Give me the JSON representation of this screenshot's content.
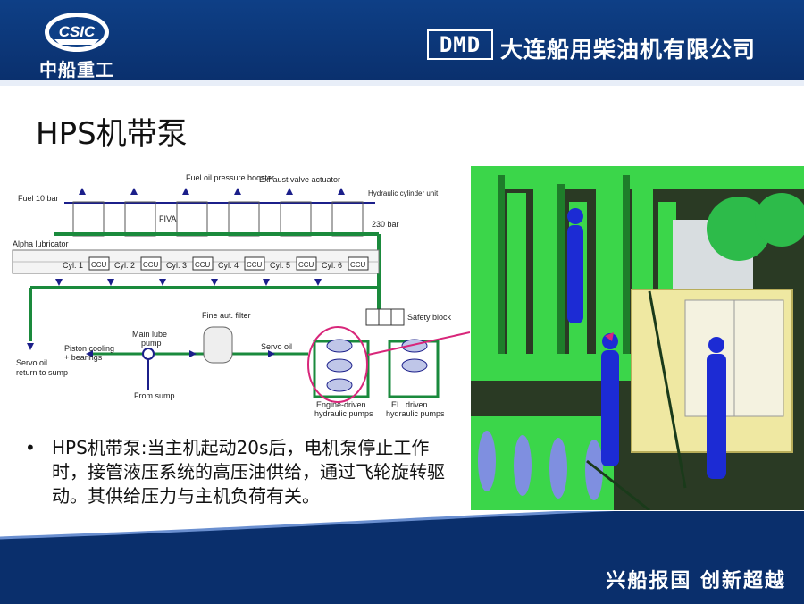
{
  "header": {
    "logo_text": "CSIC",
    "logo_cn": "中船重工",
    "dmd": "DMD",
    "company": "大连船用柴油机有限公司"
  },
  "title": "HPS机带泵",
  "schematic": {
    "fuel": "Fuel 10 bar",
    "fuel_booster": "Fuel oil pressure booster",
    "exhaust_actuator": "Exhaust valve actuator",
    "hydraulic_unit": "Hydraulic cylinder unit",
    "fiva": "FIVA",
    "pressure": "230 bar",
    "alpha": "Alpha lubricator",
    "cylinders": [
      "Cyl. 1",
      "Cyl. 2",
      "Cyl. 3",
      "Cyl. 4",
      "Cyl. 5",
      "Cyl. 6"
    ],
    "ccu": "CCU",
    "fine_filter": "Fine aut. filter",
    "safety_block": "Safety block",
    "main_lube_pump": "Main lube pump",
    "piston_cooling": "Piston cooling + bearings",
    "servo_oil": "Servo oil",
    "servo_return": "Servo oil return to sump",
    "from_sump": "From sump",
    "engine_driven": "Engine-driven hydraulic pumps",
    "el_driven": "EL. driven hydraulic pumps"
  },
  "bullet": {
    "dot": "•",
    "text": "HPS机带泵:当主机起动20s后，电机泵停止工作时，接管液压系统的高压油供给，通过飞轮旋转驱动。其供给压力与主机负荷有关。"
  },
  "footer": {
    "slogan": "兴船报国  创新超越"
  },
  "colors": {
    "header_blue": "#0a2f6c",
    "pipe_green": "#1a8a3c",
    "pipe_blue": "#1b1f8a",
    "highlight": "#d8267a"
  }
}
